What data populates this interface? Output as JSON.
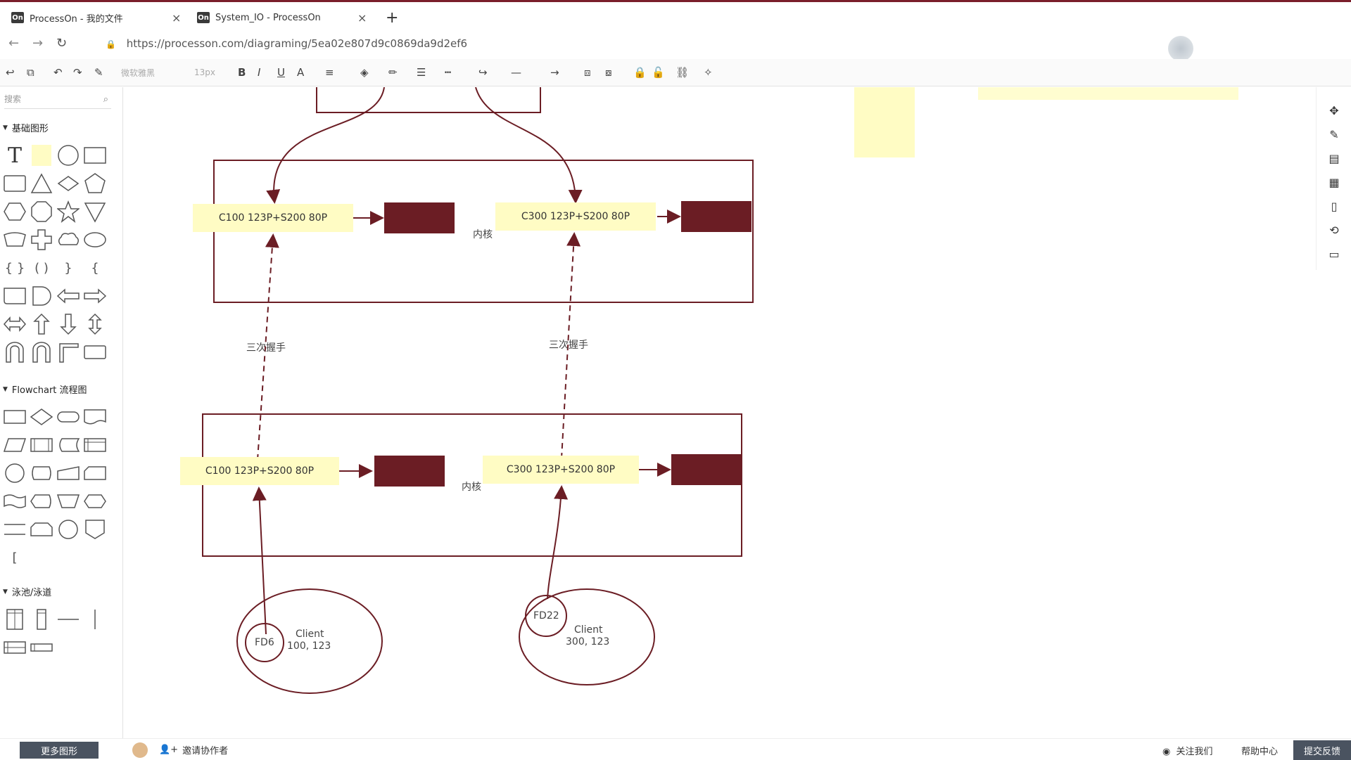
{
  "browser": {
    "tabs": [
      {
        "icon": "On",
        "title": "ProcessOn - 我的文件",
        "active": true
      },
      {
        "icon": "On",
        "title": "System_IO - ProcessOn",
        "active": false
      }
    ],
    "url": "https://processon.com/diagraming/5ea02e807d9c0869da9d2ef6"
  },
  "toolbar": {
    "font_family": "微软雅黑",
    "font_size": "13px"
  },
  "sidebar": {
    "search_placeholder": "搜索",
    "sections": [
      "基础图形",
      "Flowchart 流程图",
      "泳池/泳道"
    ],
    "more_shapes": "更多图形"
  },
  "footer": {
    "invite": "邀请协作者",
    "follow": "关注我们",
    "help": "帮助中心",
    "feedback": "提交反馈"
  },
  "diagram": {
    "upper_left_label": "C100 123P+S200 80P",
    "upper_right_label": "C300 123P+S200 80P",
    "upper_kernel": "内核",
    "lower_left_label": "C100 123P+S200 80P",
    "lower_right_label": "C300 123P+S200 80P",
    "lower_kernel": "内核",
    "handshake_left": "三次握手",
    "handshake_right": "三次握手",
    "client_left_title": "Client",
    "client_left_addr": "100, 123",
    "client_left_fd": "FD6",
    "client_right_title": "Client",
    "client_right_addr": "300, 123",
    "client_right_fd": "FD22"
  },
  "colors": {
    "accent_dark": "#6b1d24",
    "note_yellow": "#fffcc4",
    "line": "#6b1d24"
  }
}
